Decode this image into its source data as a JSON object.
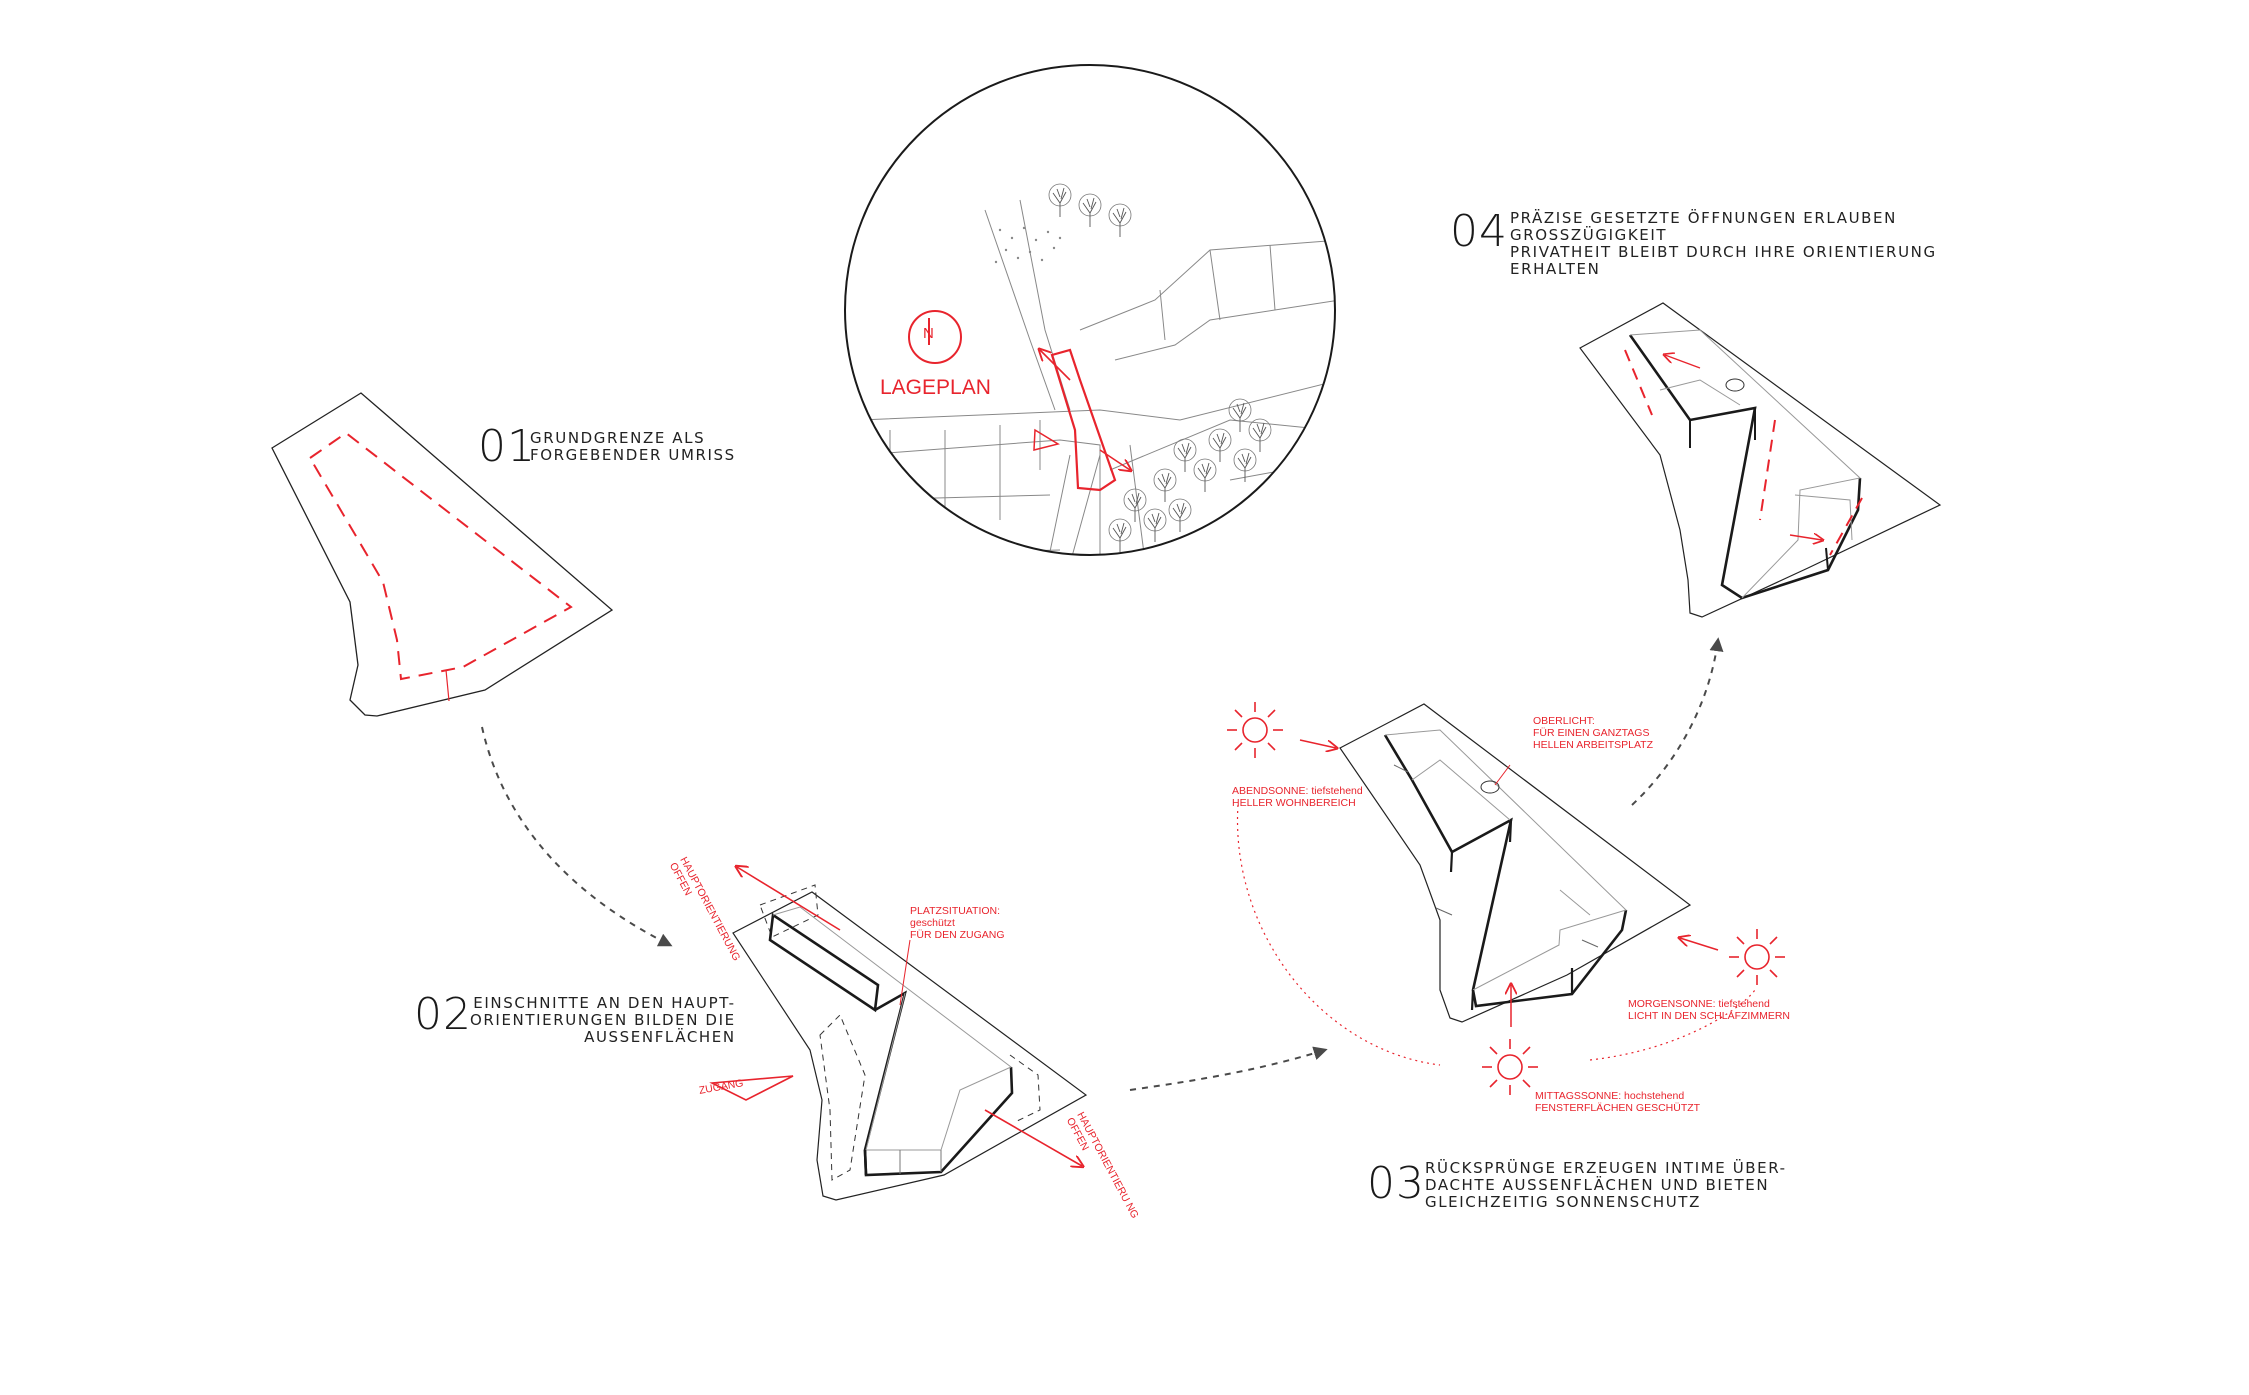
{
  "colors": {
    "accent": "#e8242d",
    "ink": "#1a1a1a",
    "line": "#9a9a9a"
  },
  "site_plan": {
    "title": "LAGEPLAN",
    "north": "N"
  },
  "steps": [
    {
      "num": "01",
      "lines": [
        "GRUNDGRENZE ALS",
        "FORGEBENDER UMRISS"
      ]
    },
    {
      "num": "02",
      "lines": [
        "EINSCHNITTE AN DEN HAUPT-",
        "ORIENTIERUNGEN BILDEN DIE",
        "AUSSENFLÄCHEN"
      ]
    },
    {
      "num": "03",
      "lines": [
        "RÜCKSPRÜNGE ERZEUGEN INTIME ÜBER-",
        "DACHTE AUSSENFLÄCHEN UND BIETEN",
        "GLEICHZEITIG SONNENSCHUTZ"
      ]
    },
    {
      "num": "04",
      "lines": [
        "PRÄZISE GESETZTE ÖFFNUNGEN ERLAUBEN",
        "GROSSZÜGIGKEIT",
        "PRIVATHEIT BLEIBT DURCH IHRE ORIENTIERUNG",
        "ERHALTEN"
      ]
    }
  ],
  "annotations": {
    "hauptorientierung_1": [
      "HAUPTORIENTIERUNG",
      "OFFEN"
    ],
    "hauptorientierung_2": [
      "HAUPTORIENTIERU NG",
      "OFFEN"
    ],
    "platzsituation": [
      "PLATZSITUATION:",
      "geschützt",
      "FÜR DEN ZUGANG"
    ],
    "zugang": "ZUGANG",
    "oberlicht": [
      "OBERLICHT:",
      "FÜR EINEN GANZTAGS",
      "HELLEN ARBEITSPLATZ"
    ],
    "abendsonne": [
      "ABENDSONNE: tiefstehend",
      "HELLER WOHNBEREICH"
    ],
    "morgensonne": [
      "MORGENSONNE: tiefstehend",
      "LICHT IN DEN SCHLAFZIMMERN"
    ],
    "mittagssonne": [
      "MITTAGSSONNE: hochstehend",
      "FENSTERFLÄCHEN GESCHÜTZT"
    ]
  }
}
